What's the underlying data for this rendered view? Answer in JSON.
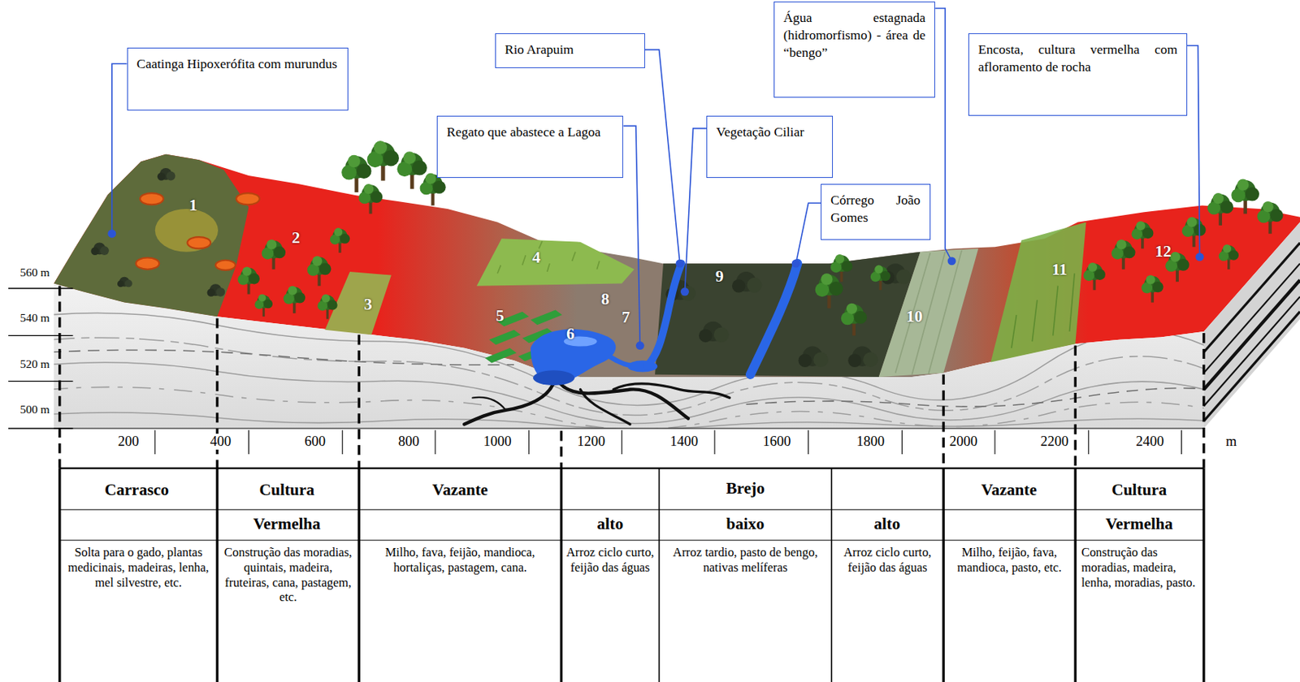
{
  "diagram": {
    "nodes": [
      {
        "text": [
          "Caatinga Hipoxerófita com murundus"
        ]
      },
      {
        "text": [
          "Rio Arapuim"
        ]
      },
      {
        "text": [
          "Regato que abastece a Lagoa"
        ]
      },
      {
        "text": [
          "Vegetação Ciliar"
        ]
      },
      {
        "text": [
          "Córrego João Gomes"
        ]
      },
      {
        "text": [
          "Água estagnada (hidromorfismo) - área de “bengo”"
        ]
      },
      {
        "text": [
          "Encosta, cultura vermelha com afloramento de rocha"
        ]
      }
    ],
    "labels": [
      "1",
      "2",
      "3",
      "4",
      "5",
      "6",
      "7",
      "8",
      "9",
      "10",
      "11",
      "12",
      "560 m",
      "540 m",
      "520 m",
      "500 m",
      "200",
      "400",
      "600",
      "800",
      "1000",
      "1200",
      "1400",
      "1600",
      "1800",
      "2000",
      "2200",
      "2400",
      "m",
      "Carrasco",
      "Cultura",
      "Vazante",
      "Brejo",
      "Vazante",
      "Cultura",
      "Vermelha",
      "alto",
      "baixo",
      "alto",
      "Vermelha",
      "Solta para o gado, plantas medicinais, madeiras, lenha, mel silvestre, etc.",
      "Construção das moradias, quintais, madeira, fruteiras, cana, pastagem, etc.",
      "Milho, fava, feijão, mandioca, hortaliças, pastagem, cana.",
      "Arroz ciclo curto, feijão das águas",
      "Arroz tardio, pasto de bengo, nativas melíferas",
      "Arroz ciclo curto, feijão das águas",
      "Milho, feijão, fava, mandioca, pasto, etc.",
      "Construção das moradias, madeira, lenha, moradias, pasto."
    ]
  }
}
